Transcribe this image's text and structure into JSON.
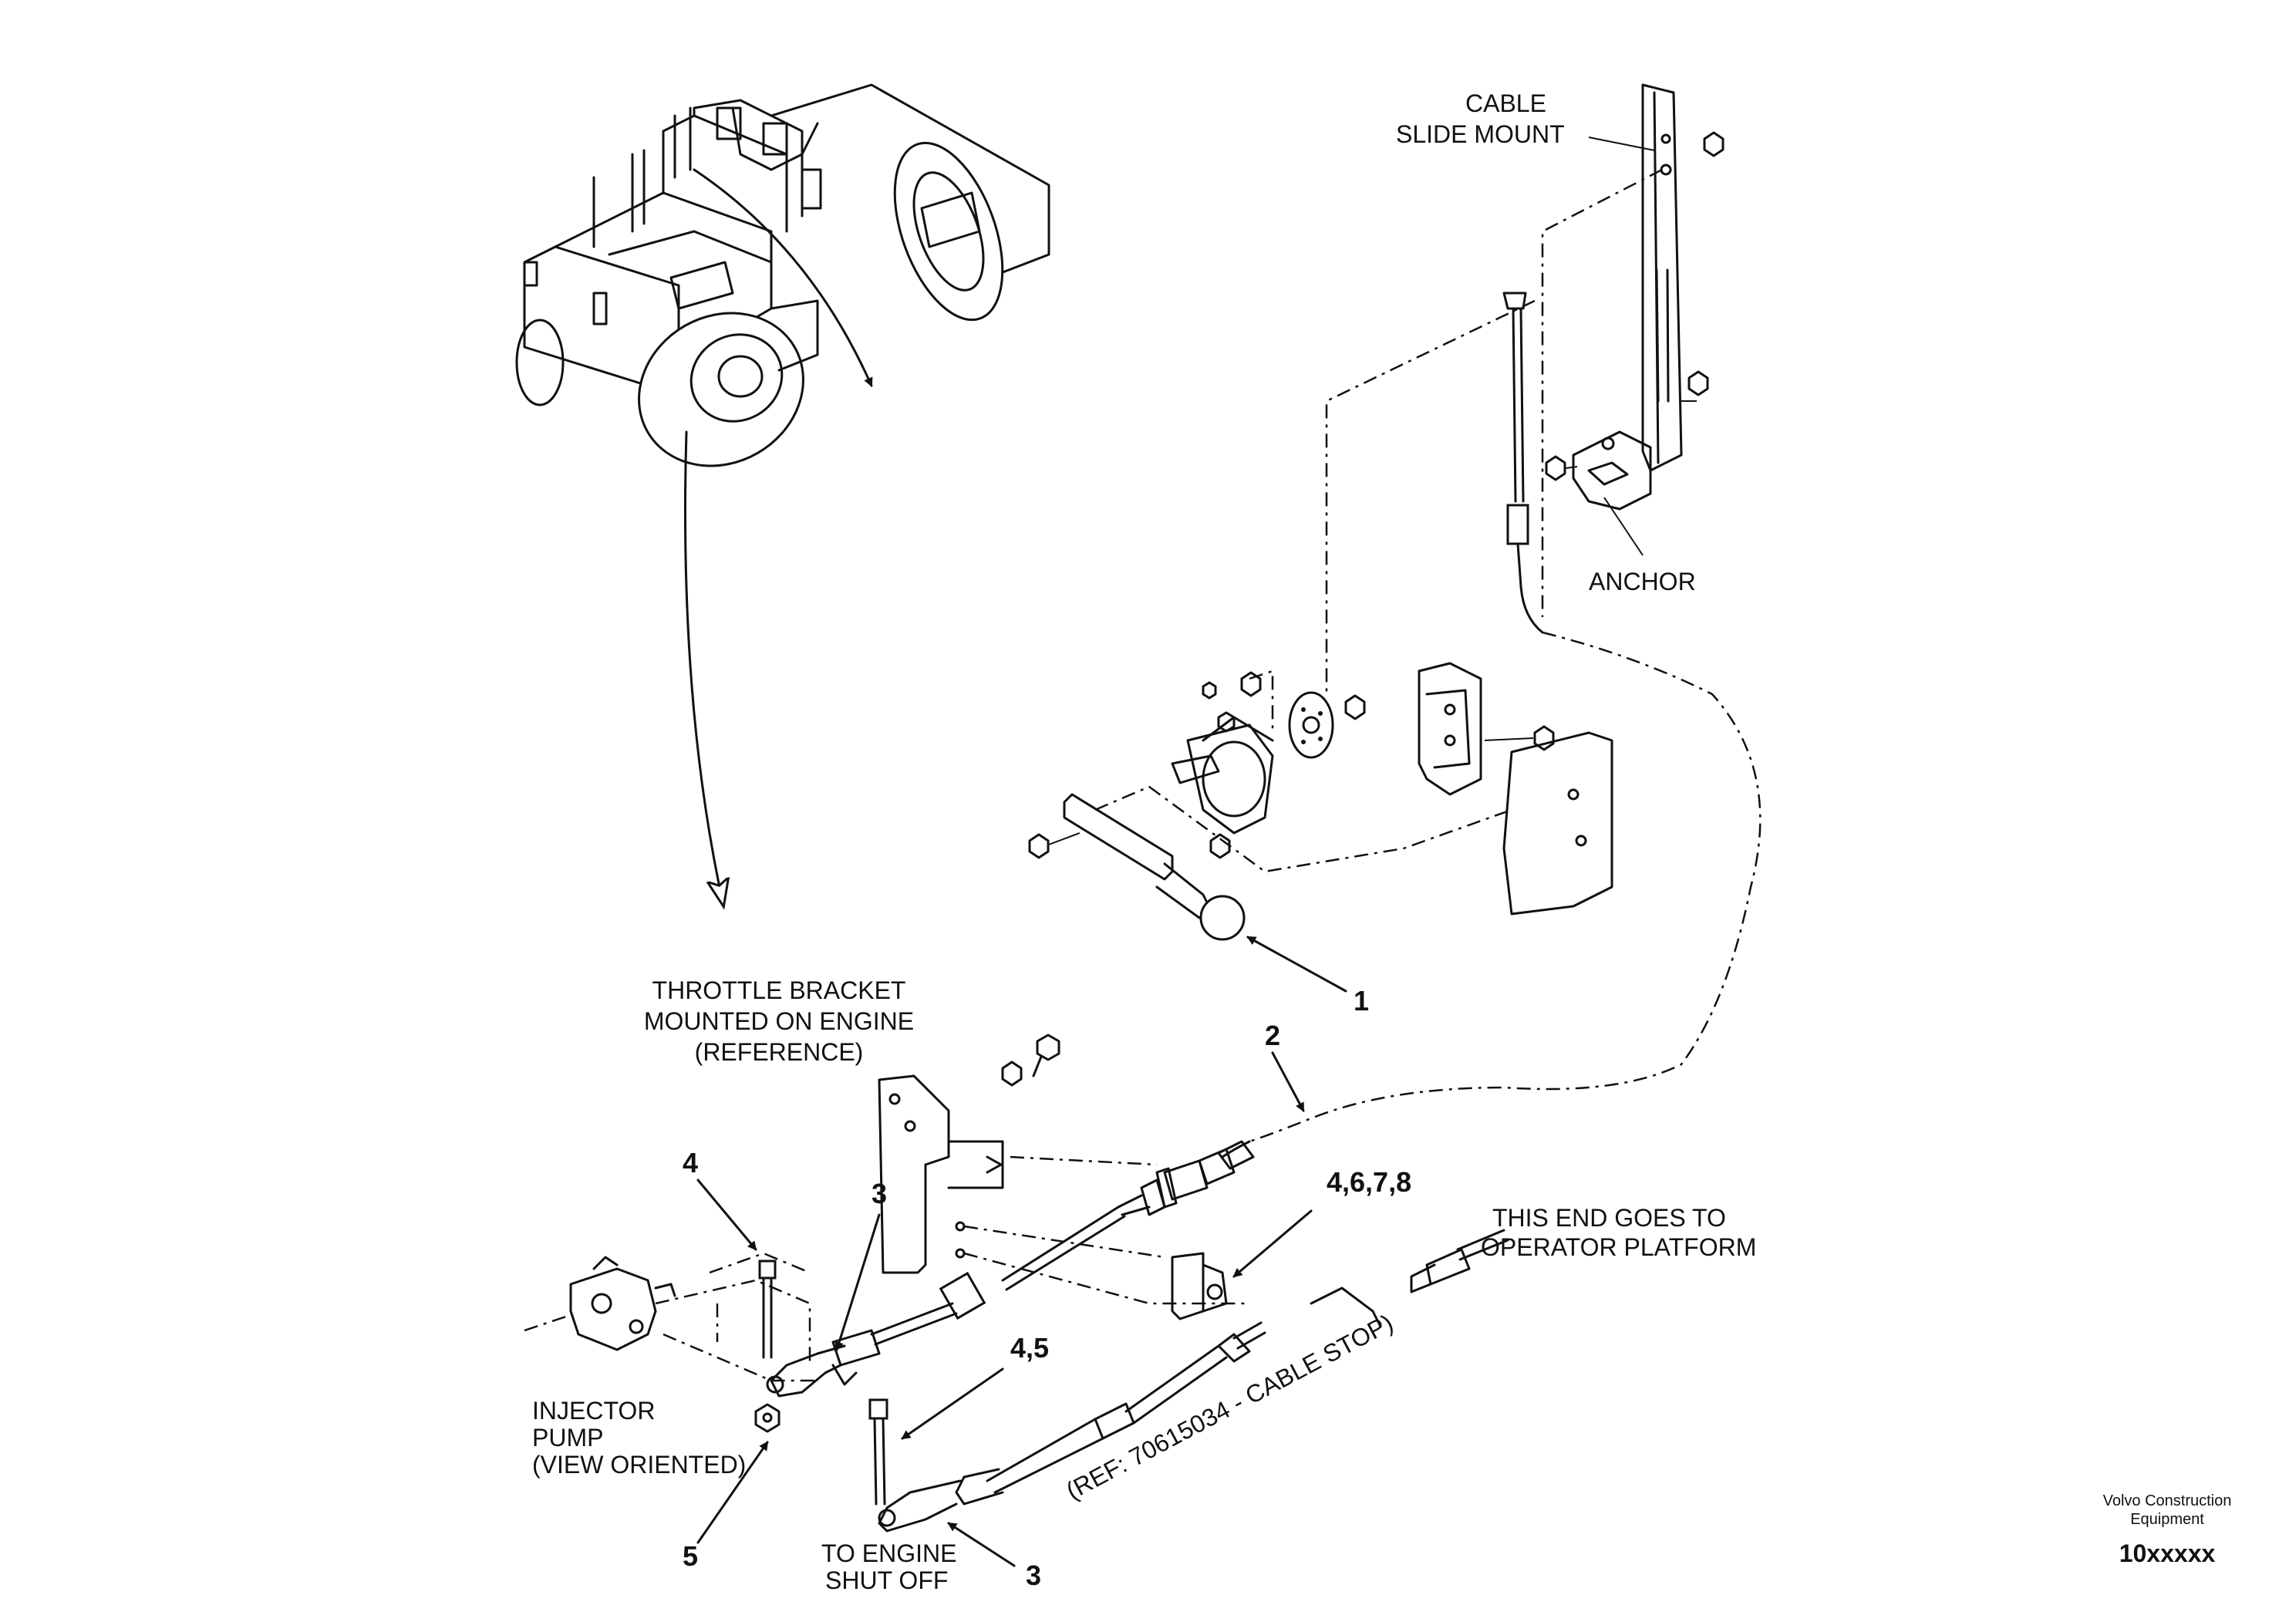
{
  "labels": {
    "cable_slide_mount_1": "CABLE",
    "cable_slide_mount_2": "SLIDE MOUNT",
    "anchor": "ANCHOR",
    "throttle_bracket_1": "THROTTLE BRACKET",
    "throttle_bracket_2": "MOUNTED ON ENGINE",
    "throttle_bracket_3": "(REFERENCE)",
    "operator_end_1": "THIS END GOES TO",
    "operator_end_2": "OPERATOR PLATFORM",
    "injector_1": "INJECTOR",
    "injector_2": "PUMP",
    "injector_3": "(VIEW ORIENTED)",
    "cable_ref": "(REF: 70615034 - CABLE STOP)",
    "engine_shutoff_1": "TO ENGINE",
    "engine_shutoff_2": "SHUT OFF"
  },
  "callouts": {
    "c1": "1",
    "c2": "2",
    "c3a": "3",
    "c3b": "3",
    "c4": "4",
    "c45": "4,5",
    "c4678": "4,6,7,8",
    "c5": "5"
  },
  "footer": {
    "company_1": "Volvo Construction",
    "company_2": "Equipment",
    "code": "10xxxxx"
  }
}
